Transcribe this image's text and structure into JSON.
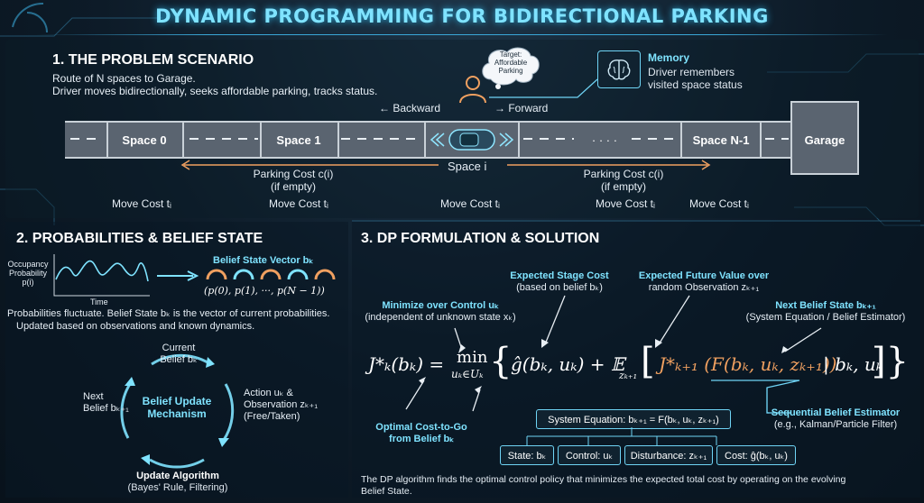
{
  "title": "DYNAMIC PROGRAMMING FOR BIDIRECTIONAL PARKING",
  "section1": {
    "heading": "1. THE PROBLEM SCENARIO",
    "desc1": "Route of N spaces to Garage.",
    "desc2": "Driver moves bidirectionally, seeks affordable parking, tracks status.",
    "target_bubble": [
      "Target:",
      "Affordable",
      "Parking"
    ],
    "memory_title": "Memory",
    "memory_desc1": "Driver remembers",
    "memory_desc2": "visited space status",
    "backward": "← Backward",
    "forward": "→ Forward",
    "spaces": [
      "Space 0",
      "Space 1",
      "Space N-1",
      "Garage"
    ],
    "space_i": "Space i",
    "ellipsis": "· · · ·",
    "parking_cost_left": [
      "Parking Cost c(i)",
      "(if empty)"
    ],
    "parking_cost_right": [
      "Parking Cost c(i)",
      "(if empty)"
    ],
    "move_costs": [
      "Move Cost tᵢ",
      "Move Cost tᵢ",
      "Move Cost tᵢ",
      "Move Cost tᵢ",
      "Move Cost tᵢ"
    ]
  },
  "section2": {
    "heading": "2. PROBABILITIES & BELIEF STATE",
    "y_label": [
      "Occupancy",
      "Probability",
      "p(i)"
    ],
    "x_label": "Time",
    "belief_vector_title": "Belief State Vector bₖ",
    "belief_vector": "(p(0), p(1), ···, p(N − 1))",
    "desc1": "Probabilities fluctuate. Belief State bₖ is the vector of current probabilities.",
    "desc2": "Updated based on observations and known dynamics.",
    "cycle_center": [
      "Belief Update",
      "Mechanism"
    ],
    "current": [
      "Current",
      "Belief bₖ"
    ],
    "action": [
      "Action uₖ &",
      "Observation zₖ₊₁",
      "(Free/Taken)"
    ],
    "update": [
      "Update Algorithm",
      "(Bayes' Rule, Filtering)"
    ],
    "next": [
      "Next",
      "Belief bₖ₊₁"
    ]
  },
  "section3": {
    "heading": "3. DP FORMULATION & SOLUTION",
    "expected_stage_cost": [
      "Expected Stage Cost",
      "(based on belief bₖ)"
    ],
    "expected_future_value": [
      "Expected Future Value over",
      "random Observation zₖ₊₁"
    ],
    "minimize": [
      "Minimize over Control uₖ",
      "(independent of unknown state xₖ)"
    ],
    "next_belief": [
      "Next Belief State bₖ₊₁",
      "(System Equation / Belief Estimator)"
    ],
    "optimal": [
      "Optimal Cost-to-Go",
      "from Belief bₖ"
    ],
    "sequential": [
      "Sequential Belief Estimator",
      "(e.g., Kalman/Particle Filter)"
    ],
    "eq_lhs": "J*ₖ(bₖ) =",
    "eq_min": "min",
    "eq_min_sub": "uₖ∈Uₖ",
    "eq_stage": "ĝ(bₖ, uₖ) + 𝔼",
    "eq_e_sub": "zₖ₊₁",
    "eq_future": "J*ₖ₊₁ (F(bₖ, uₖ, zₖ₊₁))",
    "eq_cond": "| bₖ, uₖ",
    "system_equation": "System Equation: bₖ₊₁ = F(bₖ, uₖ, zₖ₊₁)",
    "boxes": [
      "State: bₖ",
      "Control: uₖ",
      "Disturbance: zₖ₊₁",
      "Cost: ĝ(bₖ, uₖ)"
    ],
    "footer1": "The DP algorithm finds the optimal control policy that minimizes the expected total cost by operating on the evolving",
    "footer2": "Belief State."
  },
  "colors": {
    "accent": "#7fe3ff",
    "orange": "#f0a060",
    "road": "#5a6470"
  }
}
